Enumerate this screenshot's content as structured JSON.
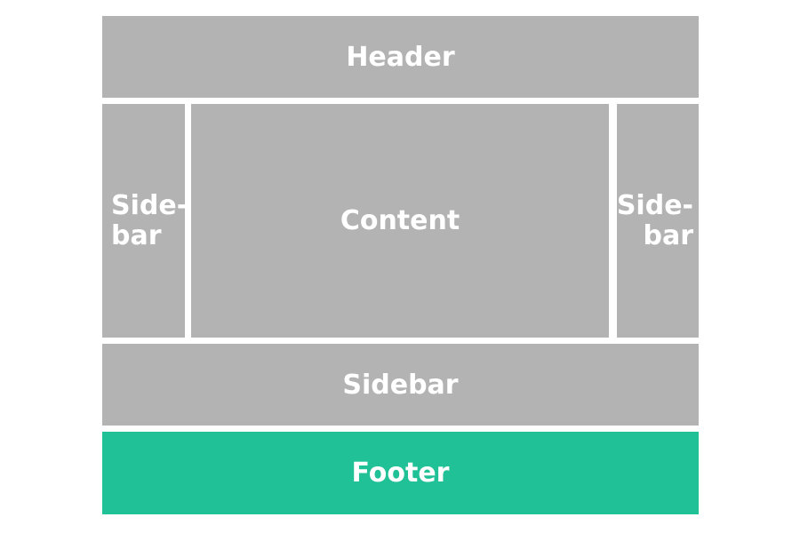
{
  "colors": {
    "block": "#b3b3b3",
    "footer": "#21c197",
    "text": "#ffffff"
  },
  "layout_blocks": {
    "header": "Header",
    "sidebar_left": "Side-\nbar",
    "content": "Content",
    "sidebar_right": "Side-\nbar",
    "sidebar_bottom": "Sidebar",
    "footer": "Footer"
  }
}
